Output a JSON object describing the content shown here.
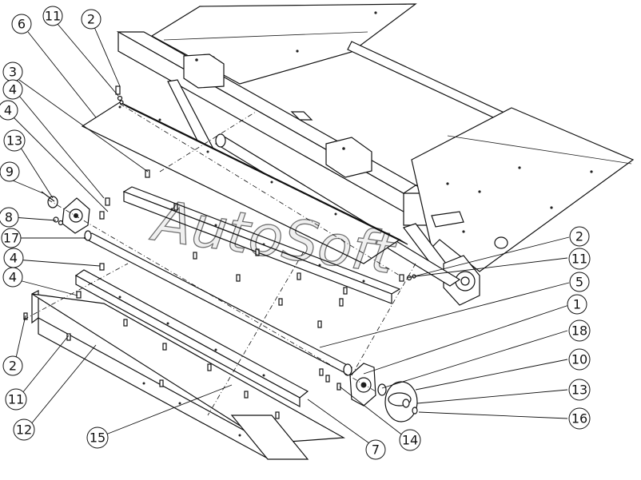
{
  "watermark": "AutoSoft",
  "callouts": [
    {
      "label": "6"
    },
    {
      "label": "11"
    },
    {
      "label": "2"
    },
    {
      "label": "3"
    },
    {
      "label": "4"
    },
    {
      "label": "4"
    },
    {
      "label": "13"
    },
    {
      "label": "9"
    },
    {
      "label": "8"
    },
    {
      "label": "17"
    },
    {
      "label": "4"
    },
    {
      "label": "4"
    },
    {
      "label": "2"
    },
    {
      "label": "11"
    },
    {
      "label": "12"
    },
    {
      "label": "15"
    },
    {
      "label": "7"
    },
    {
      "label": "14"
    },
    {
      "label": "2"
    },
    {
      "label": "11"
    },
    {
      "label": "5"
    },
    {
      "label": "1"
    },
    {
      "label": "18"
    },
    {
      "label": "10"
    },
    {
      "label": "13"
    },
    {
      "label": "16"
    }
  ]
}
